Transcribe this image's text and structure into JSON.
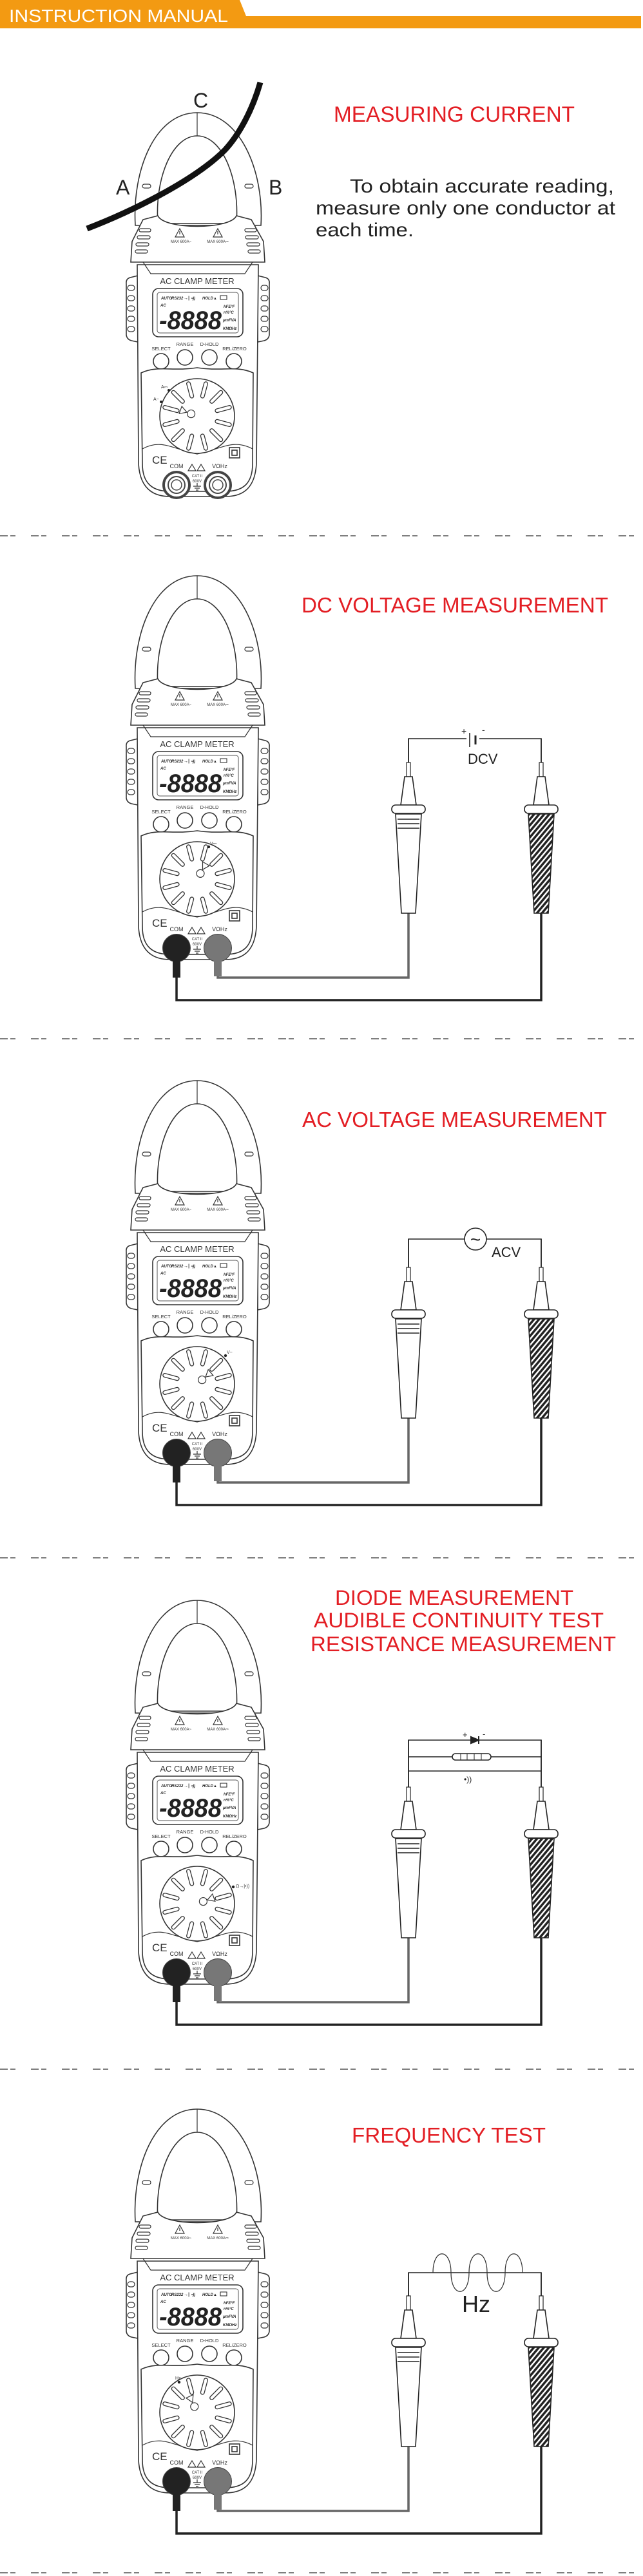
{
  "header": {
    "title": "INSTRUCTION MANUAL"
  },
  "colors": {
    "accent": "#f39a12",
    "heading": "#e31e24",
    "text": "#222222"
  },
  "meter": {
    "model_label": "AC CLAMP METER",
    "warning_ac": "MAX 600A~",
    "warning_dc": "MAX 600A⎓",
    "lcd": {
      "auto": "AUTO",
      "rs232": "RS232",
      "diode": "→|",
      "beep": "•))",
      "hold": "HOLD",
      "rel": "▲",
      "ac": "AC",
      "digits": "-8888",
      "units": [
        "hFE°F",
        "n%°C",
        "μmFVA",
        "KMΩHz"
      ]
    },
    "buttons": [
      "SELECT",
      "RANGE",
      "D-HOLD",
      "REL/ZERO"
    ],
    "ce": "CE",
    "com": "COM",
    "vohz": "VΩHz",
    "cat": "CAT II",
    "rating": "600V"
  },
  "sections": [
    {
      "title": "MEASURING CURRENT",
      "labels": {
        "a": "A",
        "b": "B",
        "c": "C"
      },
      "note": [
        "To obtain accurate reading,",
        "measure only one conductor at",
        "each time."
      ],
      "dial_labels": [
        "A⎓",
        "A~"
      ]
    },
    {
      "title": "DC VOLTAGE MEASUREMENT",
      "dial_label": "V⎓",
      "source_label": "DCV",
      "plus": "+",
      "minus": "-"
    },
    {
      "title": "AC VOLTAGE MEASUREMENT",
      "dial_label": "V~",
      "source_label": "ACV",
      "symbol": "~"
    },
    {
      "title_lines": [
        "DIODE MEASUREMENT",
        "AUDIBLE CONTINUITY TEST",
        "RESISTANCE MEASUREMENT"
      ],
      "dial_label": "Ω→|•))",
      "plus": "+",
      "minus": "-",
      "beep": "•))"
    },
    {
      "title": "FREQUENCY TEST",
      "dial_label": "Hz",
      "source_label": "Hz"
    }
  ]
}
